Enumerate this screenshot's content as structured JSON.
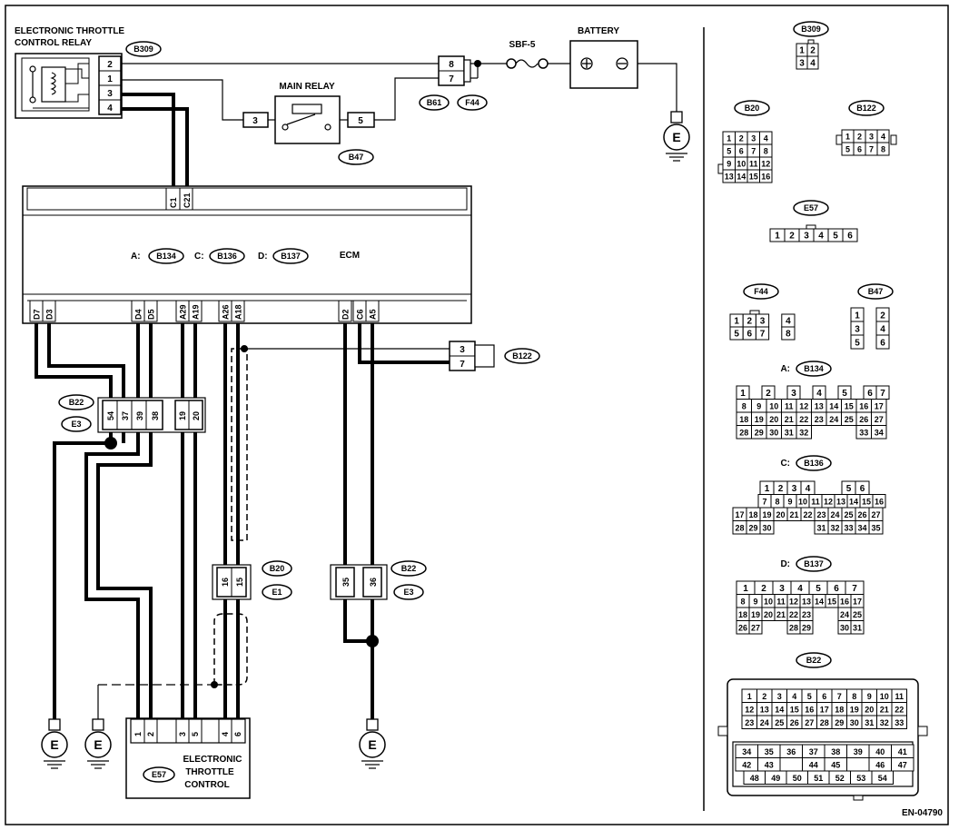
{
  "relay": {
    "title1": "ELECTRONIC THROTTLE",
    "title2": "CONTROL RELAY",
    "connector": "B309",
    "pins": [
      "2",
      "1",
      "3",
      "4"
    ]
  },
  "main_relay": {
    "title": "MAIN RELAY",
    "pin_left": "3",
    "pin_right": "5",
    "connector": "B47"
  },
  "fuse": {
    "label": "SBF-5"
  },
  "battery": {
    "label": "BATTERY"
  },
  "joint_top": {
    "pins": [
      "8",
      "7"
    ],
    "connectors": [
      "B61",
      "F44"
    ]
  },
  "ecm": {
    "label": "ECM",
    "conn_a_prefix": "A:",
    "conn_a": "B134",
    "conn_c_prefix": "C:",
    "conn_c": "B136",
    "conn_d_prefix": "D:",
    "conn_d": "B137",
    "top_pins": [
      "C1",
      "C21"
    ],
    "bottom_pins": [
      "D7",
      "D3",
      "D4",
      "D5",
      "A29",
      "A19",
      "A26",
      "A18",
      "D2",
      "C6",
      "A5"
    ]
  },
  "b122_conn": {
    "pins": [
      "3",
      "7"
    ],
    "connector": "B122"
  },
  "joint_b22_left": {
    "connector": "B22",
    "connector2": "E3",
    "pins": [
      "54",
      "37",
      "39",
      "38",
      "19",
      "20"
    ]
  },
  "joint_b20": {
    "connector": "B20",
    "connector2": "E1",
    "pins": [
      "16",
      "15"
    ]
  },
  "joint_b22_right": {
    "connector": "B22",
    "connector2": "E3",
    "pins": [
      "35",
      "36"
    ]
  },
  "etc": {
    "connector": "E57",
    "title1": "ELECTRONIC",
    "title2": "THROTTLE",
    "title3": "CONTROL",
    "pins": [
      "1",
      "2",
      "3",
      "5",
      "4",
      "6"
    ]
  },
  "ground": {
    "label": "E"
  },
  "legend": {
    "b309": {
      "label": "B309",
      "rows": [
        [
          "1",
          "2"
        ],
        [
          "3",
          "4"
        ]
      ]
    },
    "b20": {
      "label": "B20",
      "rows": [
        [
          "1",
          "2",
          "3",
          "4"
        ],
        [
          "5",
          "6",
          "7",
          "8"
        ],
        [
          "9",
          "10",
          "11",
          "12"
        ],
        [
          "13",
          "14",
          "15",
          "16"
        ]
      ]
    },
    "b122": {
      "label": "B122",
      "rows": [
        [
          "1",
          "2",
          "3",
          "4"
        ],
        [
          "5",
          "6",
          "7",
          "8"
        ]
      ]
    },
    "e57": {
      "label": "E57",
      "rows": [
        [
          "1",
          "2",
          "3",
          "4",
          "5",
          "6"
        ]
      ]
    },
    "f44": {
      "label": "F44",
      "rows": [
        [
          "1",
          "2",
          "3",
          "",
          "4"
        ],
        [
          "5",
          "6",
          "7",
          "",
          "8"
        ]
      ]
    },
    "b47": {
      "label": "B47",
      "rows": [
        [
          "1",
          "",
          "2"
        ],
        [
          "3",
          "",
          "4"
        ],
        [
          "5",
          "",
          "6"
        ]
      ]
    },
    "b134": {
      "prefix": "A:",
      "label": "B134",
      "rows": [
        [
          "1",
          "",
          "2",
          "",
          "3",
          "",
          "4",
          "",
          "5",
          "",
          "6",
          "7"
        ],
        [
          "8",
          "9",
          "10",
          "11",
          "12",
          "13",
          "14",
          "15",
          "16",
          "17"
        ],
        [
          "18",
          "19",
          "20",
          "21",
          "22",
          "23",
          "24",
          "25",
          "26",
          "27"
        ],
        [
          "28",
          "29",
          "30",
          "31",
          "32",
          "",
          "",
          "",
          "33",
          "34"
        ]
      ]
    },
    "b136": {
      "prefix": "C:",
      "label": "B136",
      "rows": [
        [
          "",
          "",
          "1",
          "2",
          "3",
          "4",
          "",
          "",
          "5",
          "6"
        ],
        [
          "",
          "",
          "7",
          "8",
          "9",
          "10",
          "11",
          "12",
          "13",
          "14",
          "15",
          "16"
        ],
        [
          "17",
          "18",
          "19",
          "20",
          "21",
          "22",
          "23",
          "24",
          "25",
          "26",
          "27"
        ],
        [
          "28",
          "29",
          "30",
          "",
          "",
          "",
          "31",
          "32",
          "33",
          "34",
          "35"
        ]
      ]
    },
    "b137": {
      "prefix": "D:",
      "label": "B137",
      "rows": [
        [
          "1",
          "2",
          "3",
          "4",
          "5",
          "6",
          "7"
        ],
        [
          "8",
          "9",
          "10",
          "11",
          "12",
          "13",
          "14",
          "15",
          "16",
          "17"
        ],
        [
          "18",
          "19",
          "20",
          "21",
          "22",
          "23",
          "",
          "",
          "24",
          "25"
        ],
        [
          "26",
          "27",
          "",
          "",
          "28",
          "29",
          "",
          "",
          "30",
          "31"
        ]
      ]
    },
    "b22": {
      "label": "B22",
      "rows": [
        [
          "1",
          "2",
          "3",
          "4",
          "5",
          "6",
          "7",
          "8",
          "9",
          "10",
          "11"
        ],
        [
          "12",
          "13",
          "14",
          "15",
          "16",
          "17",
          "18",
          "19",
          "20",
          "21",
          "22"
        ],
        [
          "23",
          "24",
          "25",
          "26",
          "27",
          "28",
          "29",
          "30",
          "31",
          "32",
          "33"
        ],
        [
          "34",
          "35",
          "36",
          "37",
          "38",
          "39",
          "40",
          "41"
        ],
        [
          "42",
          "43",
          "",
          "44",
          "45",
          "",
          "46",
          "47"
        ],
        [
          "48",
          "49",
          "50",
          "51",
          "52",
          "53",
          "54"
        ]
      ]
    }
  },
  "figure_id": "EN-04790"
}
